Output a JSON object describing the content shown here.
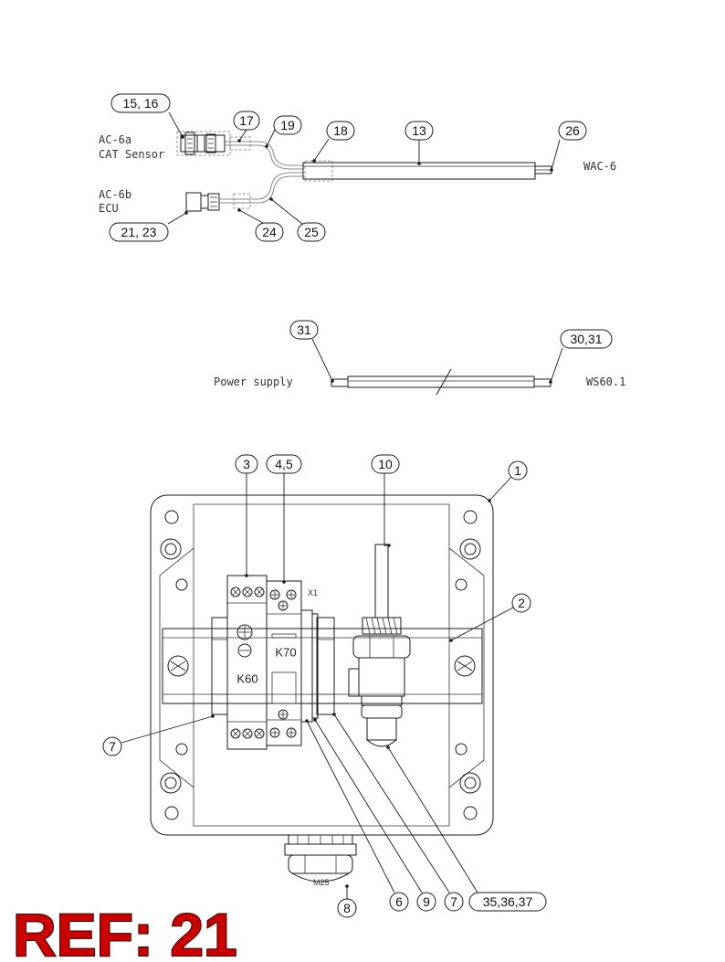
{
  "labels": {
    "ac6a_line1": "AC-6a",
    "ac6a_line2": "CAT Sensor",
    "ac6b_line1": "AC-6b",
    "ac6b_line2": "ECU",
    "wac6": "WAC-6",
    "power_supply": "Power supply",
    "ws60": "WS60.1",
    "k60": "K60",
    "k70": "K70",
    "x1": "X1",
    "m25": "M25"
  },
  "callouts": {
    "c15_16": "15, 16",
    "c17": "17",
    "c19": "19",
    "c18": "18",
    "c13": "13",
    "c26": "26",
    "c21_23": "21, 23",
    "c24": "24",
    "c25": "25",
    "c31": "31",
    "c30_31": "30,31",
    "c3": "3",
    "c4_5": "4,5",
    "c10": "10",
    "c1": "1",
    "c2": "2",
    "c7_left": "7",
    "c6": "6",
    "c9": "9",
    "c7_bottom": "7",
    "c35_37": "35,36,37",
    "c8": "8"
  },
  "ref": {
    "text": "REF: 21",
    "color": "#cc0000"
  }
}
